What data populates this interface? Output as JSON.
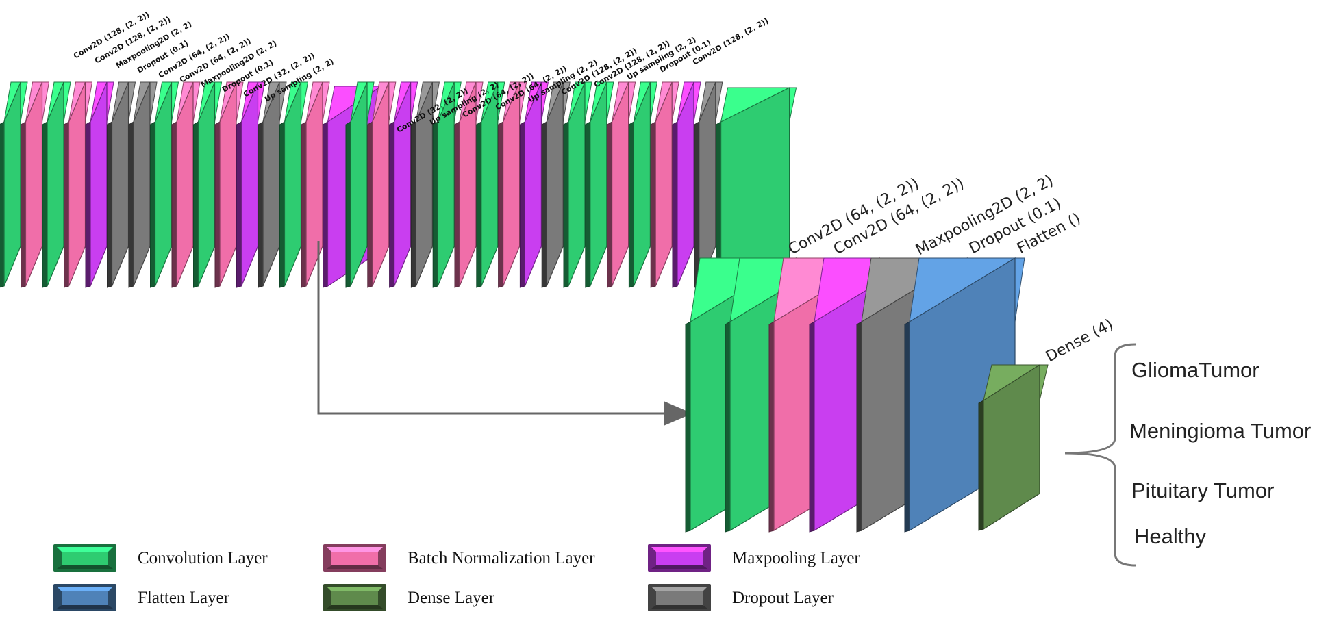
{
  "colors": {
    "conv": "#2ecc71",
    "batchnorm": "#f06ea9",
    "maxpool": "#c93ef0",
    "dropout": "#7a7a7a",
    "flatten": "#4f82b8",
    "dense": "#5f8a4c",
    "arrow": "#666666"
  },
  "encoder_labels": [
    "Conv2D (128, (2, 2))",
    "Conv2D (128, (2, 2))",
    "Maxpooling2D (2, 2)",
    "Dropout (0.1)",
    "Conv2D (64, (2, 2))",
    "Conv2D (64, (2, 2))",
    "Maxpooling2D (2, 2)",
    "Dropout (0.1)",
    "Conv2D (32, (2, 2))",
    "Up sampling (2, 2)"
  ],
  "decoder_labels": [
    "Conv2D (32, (2, 2))",
    "Up sampling (2, 2)",
    "Conv2D (64, (2, 2))",
    "Conv2D (64, (2, 2))",
    "Up sampling (2, 2)",
    "Conv2D (128, (2, 2))",
    "Conv2D (128, (2, 2))",
    "Up sampling (2, 2)",
    "Dropout (0.1)",
    "Conv2D (128, (2, 2))"
  ],
  "classifier_labels": [
    "Conv2D (64, (2, 2))",
    "Conv2D (64, (2, 2))",
    "Maxpooling2D (2, 2)",
    "Dropout (0.1)",
    "Flatten ()",
    "Dense (4)"
  ],
  "output_classes": [
    "GliomaTumor",
    "Meningioma Tumor",
    "Pituitary Tumor",
    "Healthy"
  ],
  "legend": [
    {
      "type": "conv",
      "label": "Convolution Layer"
    },
    {
      "type": "batchnorm",
      "label": "Batch Normalization Layer"
    },
    {
      "type": "maxpool",
      "label": "Maxpooling Layer"
    },
    {
      "type": "flatten",
      "label": "Flatten Layer"
    },
    {
      "type": "dense",
      "label": "Dense Layer"
    },
    {
      "type": "dropout",
      "label": "Dropout Layer"
    }
  ]
}
